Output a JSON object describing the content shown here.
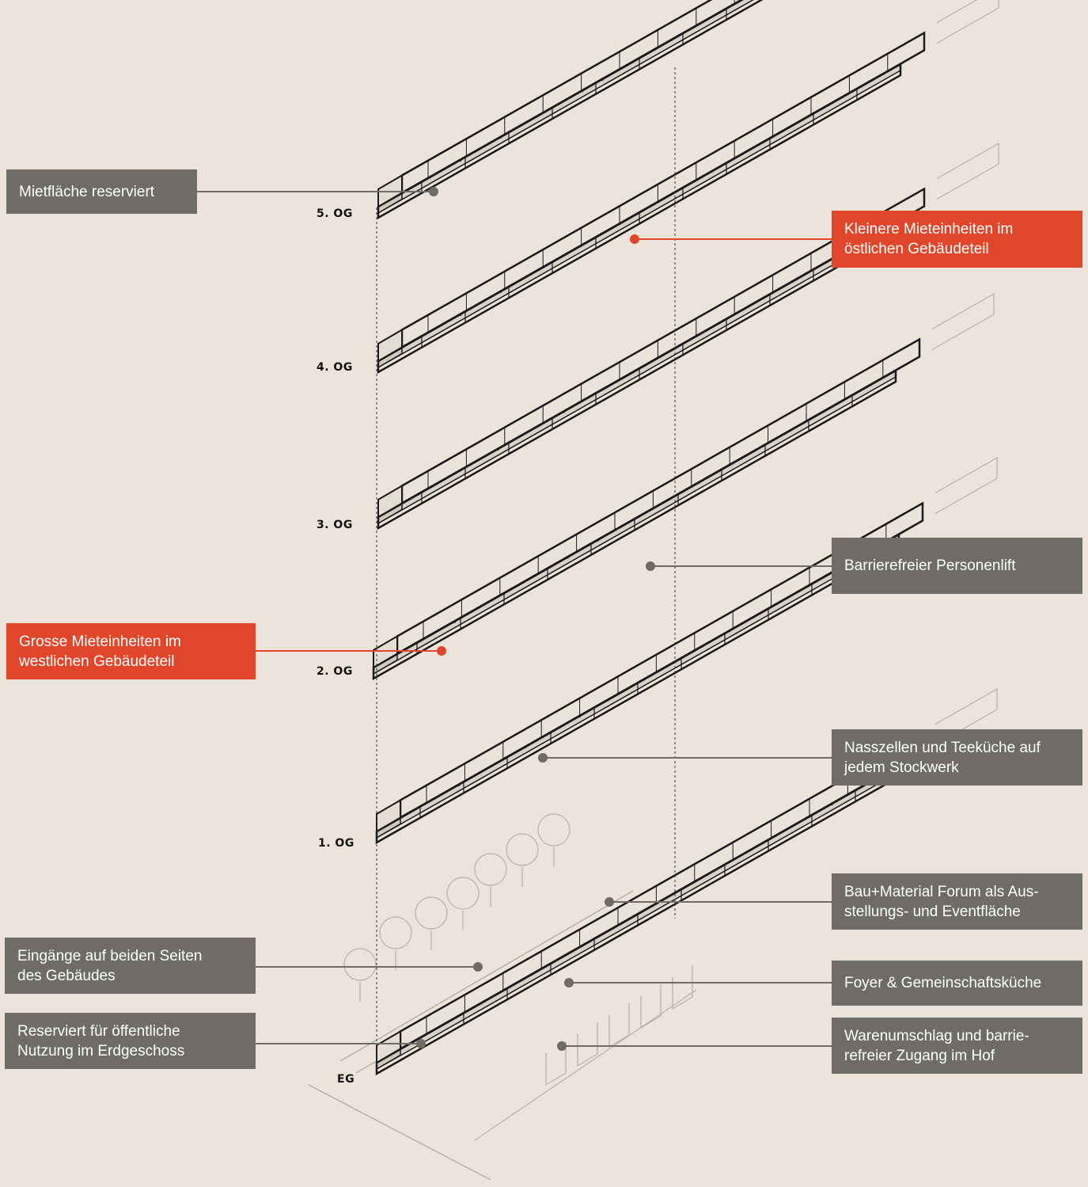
{
  "colors": {
    "background": "#ece4da",
    "callout_gray": "#6f6c67",
    "callout_red": "#e2462a",
    "floor_fill": "#a39f99",
    "floor_highlight": "#e9a08e",
    "wall": "#1a1a1a",
    "ghost_line": "#b8b0a6"
  },
  "floors": [
    {
      "label": "5. OG"
    },
    {
      "label": "4. OG"
    },
    {
      "label": "3. OG"
    },
    {
      "label": "2. OG"
    },
    {
      "label": "1. OG"
    },
    {
      "label": "EG"
    }
  ],
  "callouts": {
    "mietflaeche_reserviert": {
      "lines": [
        "Mietfläche reserviert"
      ],
      "style": "gray"
    },
    "kleinere_mieteinheiten": {
      "lines": [
        "Kleinere Mieteinheiten im",
        "östlichen Gebäudeteil"
      ],
      "style": "red"
    },
    "personenlift": {
      "lines": [
        "Barrierefreier Personenlift"
      ],
      "style": "gray"
    },
    "grosse_mieteinheiten": {
      "lines": [
        "Grosse Mieteinheiten im",
        "westlichen Gebäudeteil"
      ],
      "style": "red"
    },
    "nasszellen": {
      "lines": [
        "Nasszellen und Teeküche auf",
        "jedem Stockwerk"
      ],
      "style": "gray"
    },
    "forum": {
      "lines": [
        "Bau+Material Forum als Aus-",
        "stellungs- und Eventfläche"
      ],
      "style": "gray"
    },
    "eingaenge": {
      "lines": [
        "Eingänge auf beiden Seiten",
        "des Gebäudes"
      ],
      "style": "gray"
    },
    "foyer": {
      "lines": [
        "Foyer & Gemeinschaftsküche"
      ],
      "style": "gray"
    },
    "oeffentliche_nutzung": {
      "lines": [
        "Reserviert für öffentliche",
        "Nutzung im Erdgeschoss"
      ],
      "style": "gray"
    },
    "warenumschlag": {
      "lines": [
        "Warenumschlag und barrie-",
        "refreier Zugang im Hof"
      ],
      "style": "gray"
    }
  }
}
